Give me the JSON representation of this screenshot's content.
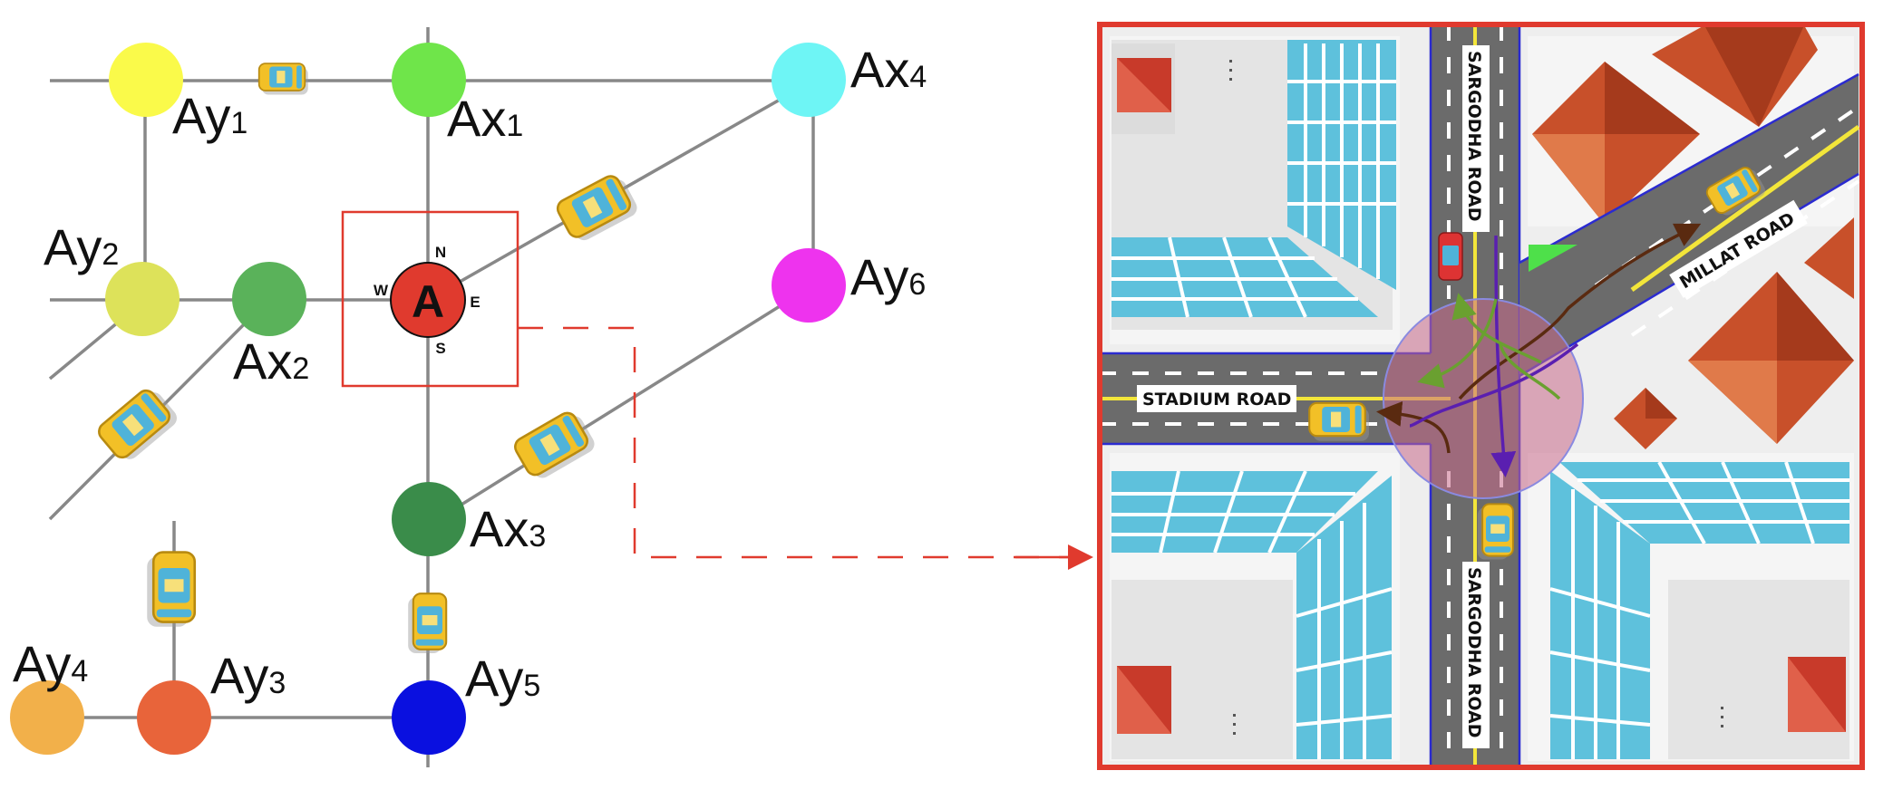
{
  "network": {
    "intersections": [
      {
        "id": "Ay1",
        "letter": "Ay",
        "sub": "1",
        "color": "#fafa4a"
      },
      {
        "id": "Ax1",
        "letter": "Ax",
        "sub": "1",
        "color": "#6fe54a"
      },
      {
        "id": "Ax4",
        "letter": "Ax",
        "sub": "4",
        "color": "#6ef5f5"
      },
      {
        "id": "Ay2",
        "letter": "Ay",
        "sub": "2",
        "color": "#dde25a"
      },
      {
        "id": "Ax2",
        "letter": "Ax",
        "sub": "2",
        "color": "#5ab25a"
      },
      {
        "id": "Ay6",
        "letter": "Ay",
        "sub": "6",
        "color": "#ee33ee"
      },
      {
        "id": "Ax3",
        "letter": "Ax",
        "sub": "3",
        "color": "#3a8c4a"
      },
      {
        "id": "Ay4",
        "letter": "Ay",
        "sub": "4",
        "color": "#f2b04a"
      },
      {
        "id": "Ay3",
        "letter": "Ay",
        "sub": "3",
        "color": "#e8643a"
      },
      {
        "id": "Ay5",
        "letter": "Ay",
        "sub": "5",
        "color": "#0a10e0"
      }
    ],
    "center": {
      "label": "A",
      "color": "#e03a2e",
      "north": "N",
      "south": "S",
      "east": "E",
      "west": "W"
    },
    "connector_color": "#e03a2e"
  },
  "map": {
    "roads": {
      "north": "SARGODHA ROAD",
      "south": "SARGODHA ROAD",
      "west": "STADIUM ROAD",
      "east": "MILLAT ROAD"
    },
    "colors": {
      "frame": "#e03a2e",
      "asphalt": "#6b6b6b",
      "road_edge": "#2b2bd0",
      "center_line": "#f3e63a",
      "glass": "#5ec1dc",
      "roof": "#c8502a",
      "zone": "#c86a8a"
    }
  }
}
